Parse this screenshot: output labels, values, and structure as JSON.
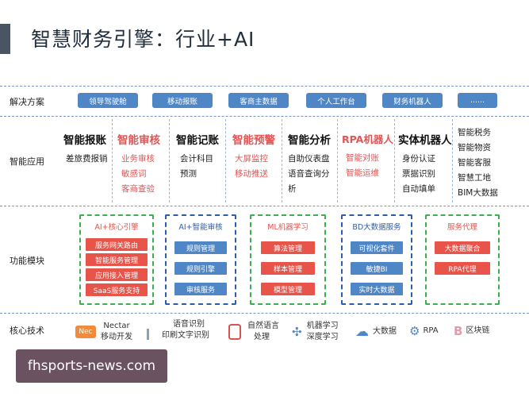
{
  "title": "智慧财务引擎：行业+AI",
  "rows": {
    "solutions_label": "解决方案",
    "apps_label": "智能应用",
    "modules_label": "功能模块",
    "tech_label": "核心技术"
  },
  "solutions": [
    "领导驾驶舱",
    "移动报账",
    "客商主数据",
    "个人工作台",
    "财务机器人",
    "......"
  ],
  "apps": [
    {
      "title": "智能报账",
      "items": [
        "差旅费报销"
      ],
      "highlight": false
    },
    {
      "title": "智能审核",
      "items": [
        "业务审核",
        "敏感词",
        "客商查验"
      ],
      "highlight": true
    },
    {
      "title": "智能记账",
      "items": [
        "会计科目",
        "预测"
      ],
      "highlight": false
    },
    {
      "title": "智能预警",
      "items": [
        "大屏监控",
        "移动推送"
      ],
      "highlight": true
    },
    {
      "title": "智能分析",
      "items": [
        "自助仪表盘",
        "语音查询分",
        "析"
      ],
      "highlight": false
    },
    {
      "title": "RPA机器人",
      "items": [
        "智能对账",
        "智能运维"
      ],
      "highlight": true
    },
    {
      "title": "实体机器人",
      "items": [
        "身份认证",
        "票据识别",
        "自动填单"
      ],
      "highlight": false
    },
    {
      "title": "",
      "items": [
        "智能税务",
        "智能物资",
        "智能客服",
        "智慧工地",
        "BIM大数据"
      ],
      "highlight": false
    }
  ],
  "modules": [
    {
      "title": "AI+核心引擎",
      "items": [
        "服务网关路由",
        "智能服务管理",
        "应用接入管理",
        "SaaS服务支持"
      ],
      "color": "#e8544a",
      "border": "#3fae4f"
    },
    {
      "title": "AI+智能审核",
      "items": [
        "规则管理",
        "规则引擎",
        "审核服务"
      ],
      "color": "#4f86c6",
      "border": "#2f5ea8"
    },
    {
      "title": "ML机器学习",
      "items": [
        "算法管理",
        "样本管理",
        "模型管理"
      ],
      "color": "#e8544a",
      "border": "#3fae4f"
    },
    {
      "title": "BD大数据服务",
      "items": [
        "可视化套件",
        "敏捷BI",
        "实时大数据"
      ],
      "color": "#4f86c6",
      "border": "#2f5ea8"
    },
    {
      "title": "服务代理",
      "items": [
        "大数据聚合",
        "RPA代理"
      ],
      "color": "#e8544a",
      "border": "#3fae4f"
    }
  ],
  "tech": [
    {
      "icon": "flame-app-icon",
      "glyph": "⛺",
      "lines": [
        "Nectar",
        "移动开发"
      ]
    },
    {
      "icon": "voice-icon",
      "glyph": "",
      "lines": [
        "语音识别",
        "印刷文字识别"
      ]
    },
    {
      "icon": "database-icon",
      "glyph": "🗄",
      "lines": [
        "自然语言",
        "处理"
      ]
    },
    {
      "icon": "network-icon",
      "glyph": "✣",
      "lines": [
        "机器学习",
        "深度学习"
      ]
    },
    {
      "icon": "cloud-icon",
      "glyph": "☁",
      "lines": [
        "大数据"
      ]
    },
    {
      "icon": "gear-icon",
      "glyph": "⚙",
      "lines": [
        "RPA"
      ]
    },
    {
      "icon": "blockchain-icon",
      "glyph": "B",
      "lines": [
        "区块链"
      ]
    }
  ],
  "watermark": "fhsports-news.com",
  "colors": {
    "accent_blue": "#4f86c6",
    "accent_red": "#e8544a",
    "green_border": "#3fae4f",
    "navy_border": "#2f5ea8"
  }
}
